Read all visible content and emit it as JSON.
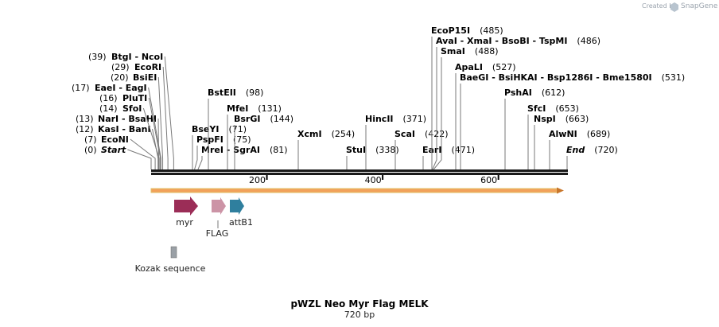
{
  "map": {
    "title": "pWZL Neo Myr Flag MELK",
    "length_label": "720 bp",
    "length_bp": 720,
    "credit": {
      "prefix": "Created by",
      "brand": "SnapGene"
    }
  },
  "ruler_ticks": [
    "200",
    "400",
    "600"
  ],
  "colors": {
    "backbone": "#1a1a1a",
    "orf_arrow": "#e8a84a",
    "myr": "#9b2d57",
    "flag": "#cc94a6",
    "attB1": "#2f7f9e",
    "kozak": "#9aa0a6"
  },
  "sites": [
    {
      "label": "(0) ",
      "name": "Start",
      "pos": 0,
      "italic": true
    },
    {
      "label": "(7) ",
      "name": "EcoNI",
      "pos": 7
    },
    {
      "label": "(12) ",
      "name": "KasI - BanI",
      "pos": 12
    },
    {
      "label": "(13) ",
      "name": "NarI - BsaHI",
      "pos": 13
    },
    {
      "label": "(14) ",
      "name": "SfoI",
      "pos": 14
    },
    {
      "label": "(16) ",
      "name": "PluTI",
      "pos": 16
    },
    {
      "label": "(17) ",
      "name": "EaeI - EagI",
      "pos": 17
    },
    {
      "label": "(20) ",
      "name": "BsiEI",
      "pos": 20
    },
    {
      "label": "(29) ",
      "name": "EcoRI",
      "pos": 29
    },
    {
      "label": "(39) ",
      "name": "BtgI - NcoI",
      "pos": 39
    },
    {
      "name": "BseYI",
      "label": "(71)",
      "pos": 71
    },
    {
      "name": "PspFI",
      "label": "(75)",
      "pos": 75
    },
    {
      "name": "MreI - SgrAI",
      "label": "(81)",
      "pos": 81
    },
    {
      "name": "BstEII",
      "label": "(98)",
      "pos": 98
    },
    {
      "name": "MfeI",
      "label": "(131)",
      "pos": 131
    },
    {
      "name": "BsrGI",
      "label": "(144)",
      "pos": 144
    },
    {
      "name": "XcmI",
      "label": "(254)",
      "pos": 254
    },
    {
      "name": "StuI",
      "label": "(338)",
      "pos": 338
    },
    {
      "name": "HincII",
      "label": "(371)",
      "pos": 371
    },
    {
      "name": "ScaI",
      "label": "(422)",
      "pos": 422
    },
    {
      "name": "EarI",
      "label": "(471)",
      "pos": 471
    },
    {
      "name": "EcoP15I",
      "label": "(485)",
      "pos": 485
    },
    {
      "name": "AvaI - XmaI - BsoBI - TspMI",
      "label": "(486)",
      "pos": 486
    },
    {
      "name": "SmaI",
      "label": "(488)",
      "pos": 488
    },
    {
      "name": "ApaLI",
      "label": "(527)",
      "pos": 527
    },
    {
      "name": "BaeGI - BsiHKAI - Bsp1286I - Bme1580I",
      "label": "(531)",
      "pos": 531
    },
    {
      "name": "PshAI",
      "label": "(612)",
      "pos": 612
    },
    {
      "name": "SfcI",
      "label": "(653)",
      "pos": 653
    },
    {
      "name": "NspI",
      "label": "(663)",
      "pos": 663
    },
    {
      "name": "AlwNI",
      "label": "(689)",
      "pos": 689
    },
    {
      "name": "End",
      "label": "(720)",
      "pos": 720,
      "italic": true
    }
  ],
  "features": [
    {
      "name": "myr",
      "start": 40,
      "end": 80
    },
    {
      "name": "FLAG",
      "start": 104,
      "end": 128
    },
    {
      "name": "attB1",
      "start": 136,
      "end": 162
    },
    {
      "name": "Kozak sequence",
      "start": 34,
      "end": 45
    }
  ]
}
